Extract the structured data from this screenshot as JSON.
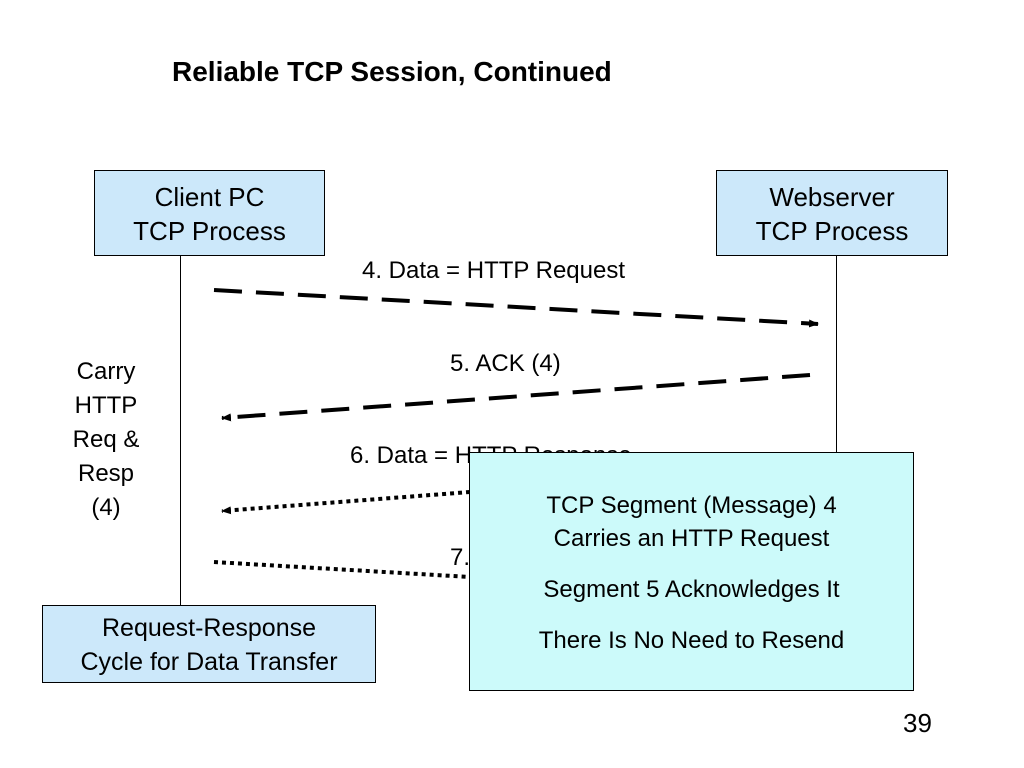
{
  "title": "Reliable TCP Session, Continued",
  "client": {
    "line1": "Client PC",
    "line2": "TCP Process"
  },
  "server": {
    "line1": "Webserver",
    "line2": "TCP Process"
  },
  "messages": [
    {
      "label": "4. Data = HTTP Request",
      "direction": "client-to-server",
      "style": "dashed"
    },
    {
      "label": "5. ACK (4)",
      "direction": "server-to-client",
      "style": "dashed"
    },
    {
      "label": "6. Data = HTTP Response",
      "direction": "server-to-client",
      "style": "dotted"
    },
    {
      "label": "7.",
      "direction": "client-to-server",
      "style": "dotted"
    }
  ],
  "side_note": [
    "Carry",
    "HTTP",
    "Req &",
    "Resp",
    "(4)"
  ],
  "cycle_box": {
    "line1": "Request-Response",
    "line2": "Cycle for Data Transfer"
  },
  "callout": {
    "line1": "TCP Segment (Message) 4",
    "line2": "Carries an HTTP Request",
    "line3": "Segment 5 Acknowledges It",
    "line4": "There Is No Need to Resend"
  },
  "page_number": "39"
}
